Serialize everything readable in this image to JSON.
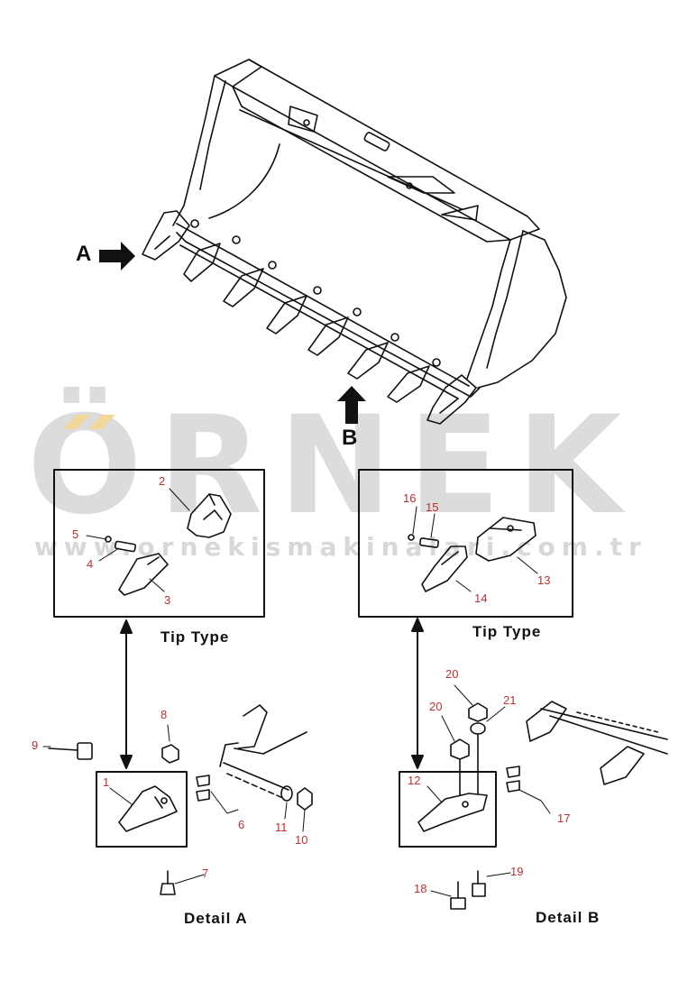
{
  "watermark": {
    "brand": "ÖRNEK",
    "url": "www.ornekismakinalari.com.tr"
  },
  "views": {
    "a_arrow_label": "A",
    "b_arrow_label": "B"
  },
  "captions": {
    "tip_type_left": "Tip  Type",
    "tip_type_right": "Tip  Type",
    "detail_a": "Detail  A",
    "detail_b": "Detail  B"
  },
  "callouts": {
    "p1": "1",
    "p2": "2",
    "p3": "3",
    "p4": "4",
    "p5": "5",
    "p6": "6",
    "p7": "7",
    "p8": "8",
    "p9": "9",
    "p10": "10",
    "p11": "11",
    "p12": "12",
    "p13": "13",
    "p14": "14",
    "p15": "15",
    "p16": "16",
    "p17": "17",
    "p18": "18",
    "p19": "19",
    "p20a": "20",
    "p20b": "20",
    "p21": "21"
  },
  "colors": {
    "callout": "#b83232",
    "line": "#111111",
    "watermark": "#dcdcdc",
    "watermark_accent": "#f1d79a"
  }
}
